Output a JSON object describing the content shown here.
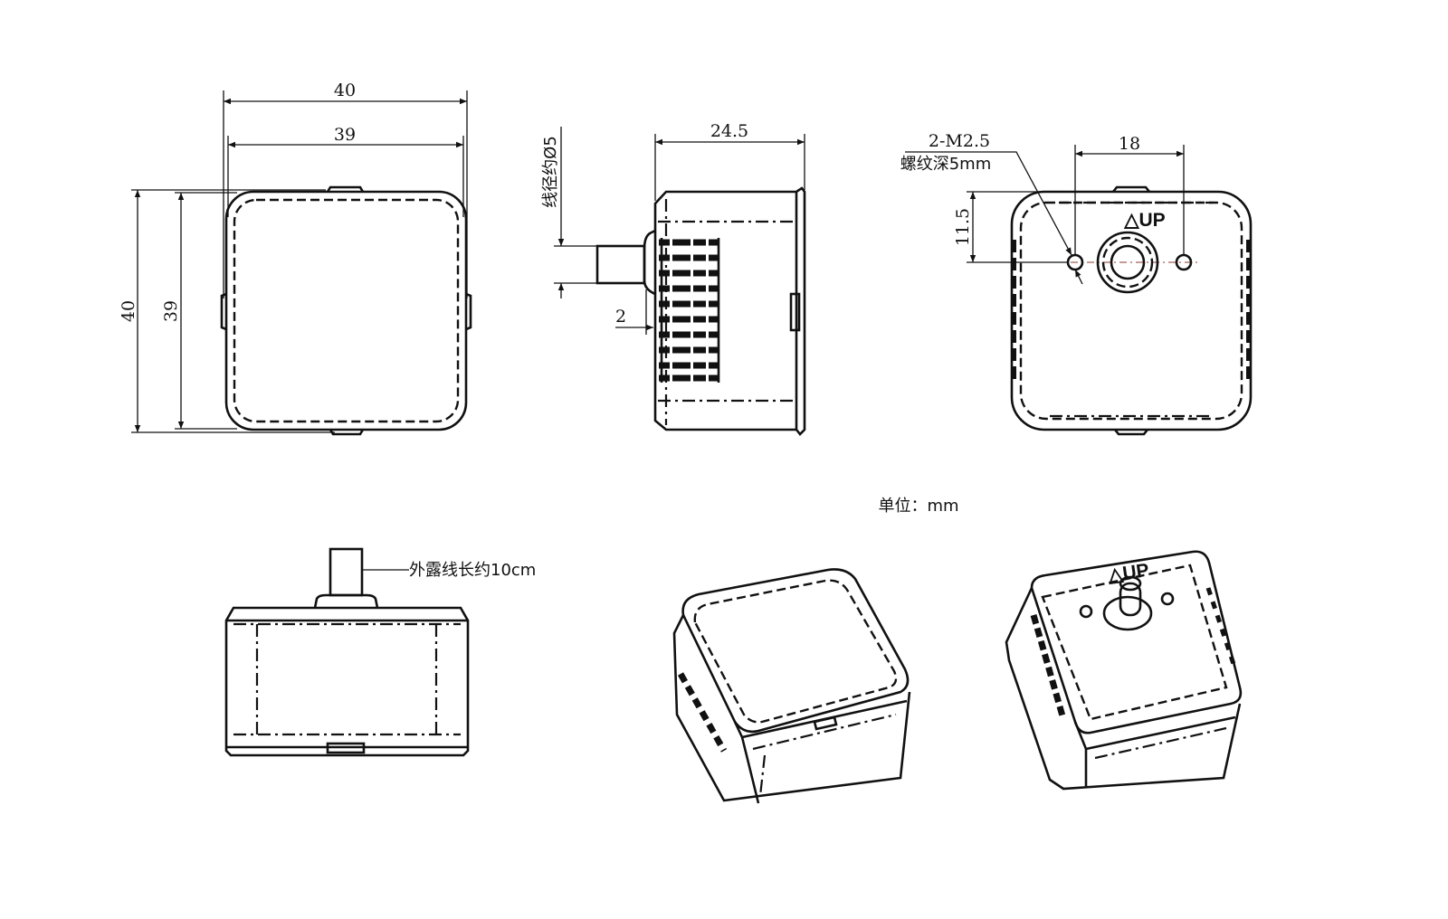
{
  "front_view": {
    "width_outer": "40",
    "width_inner": "39",
    "height_outer": "40",
    "height_inner": "39"
  },
  "side_view": {
    "depth": "24.5",
    "cable_diameter": "线径约Ø5",
    "offset": "2"
  },
  "rear_view": {
    "thread_spec": "2-M2.5",
    "thread_depth": "螺纹深5mm",
    "hole_spacing": "18",
    "hole_height": "11.5",
    "up_mark": "△UP"
  },
  "bottom_view": {
    "cable_length": "外露线长约10cm"
  },
  "unit_note": "单位：mm",
  "iso_right": {
    "up_mark": "△UP"
  }
}
